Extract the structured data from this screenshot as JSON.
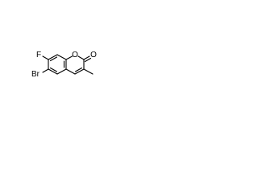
{
  "molecule": {
    "atoms": {
      "o_ring": "O",
      "o_carbonyl": "O",
      "f": "F",
      "br": "Br"
    }
  }
}
